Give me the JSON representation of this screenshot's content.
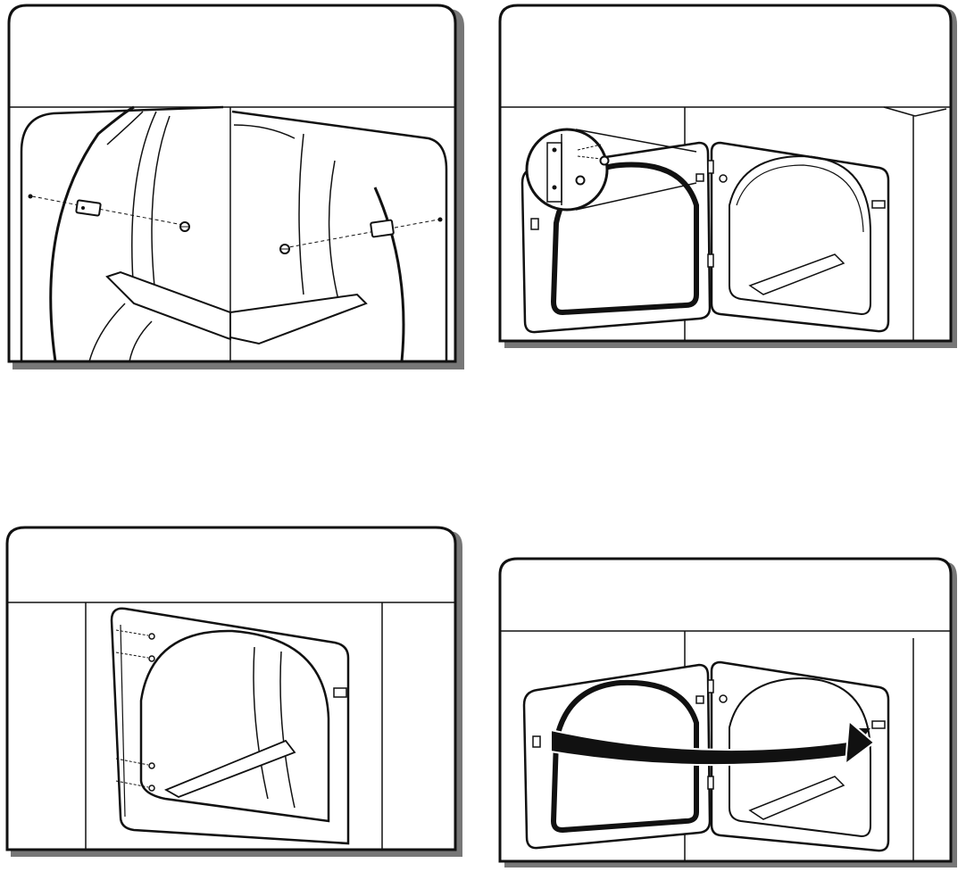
{
  "figure": {
    "panels": [
      {
        "id": "strike-relocation",
        "parts": [
          "strike-plate",
          "screw"
        ]
      },
      {
        "id": "hinge-removal",
        "parts": [
          "hinge-screws",
          "open-door"
        ]
      },
      {
        "id": "screw-holes",
        "parts": [
          "cabinet-opening",
          "hinge-holes"
        ]
      },
      {
        "id": "door-swing",
        "parts": [
          "open-door",
          "swing-arrow"
        ]
      }
    ]
  },
  "colors": {
    "line": "#111111",
    "fill": "#ffffff",
    "shadow": "#777777",
    "arrow": "#111111"
  }
}
